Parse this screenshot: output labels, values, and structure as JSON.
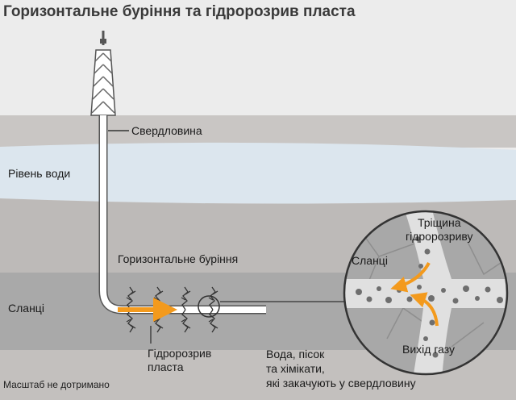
{
  "title": "Горизонтальне буріння та гідророзрив пласта",
  "labels": {
    "wellbore": "Свердловина",
    "water_level": "Рівень води",
    "horizontal_drilling": "Горизонтальне буріння",
    "shale_left": "Сланці",
    "fracking_line1": "Гідророзрив",
    "fracking_line2": "пласта",
    "injection_line1": "Вода, пісок",
    "injection_line2": "та хімікати,",
    "injection_line3": "які закачують у свердловину",
    "fracture_line1": "Тріщина",
    "fracture_line2": "гідророзриву",
    "shale_inset": "Сланці",
    "gas_exit": "Вихід газу",
    "scale_note": "Масштаб не дотримано"
  },
  "colors": {
    "background": "#ececec",
    "soil": "#c9c6c4",
    "water": "#dce6ee",
    "shale": "#a9a9a9",
    "arrow": "#f39a1d",
    "well": "#ffffff",
    "outline": "#333333"
  }
}
